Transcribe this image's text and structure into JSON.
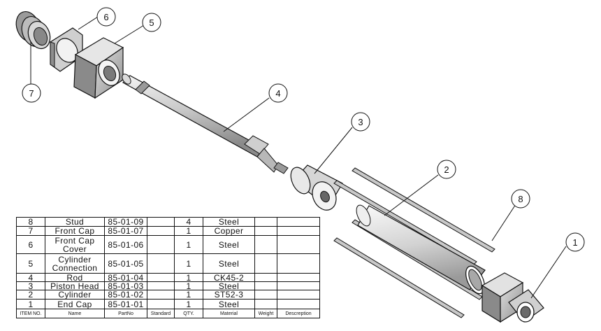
{
  "callouts": [
    {
      "id": "c1",
      "label": "1"
    },
    {
      "id": "c2",
      "label": "2"
    },
    {
      "id": "c3",
      "label": "3"
    },
    {
      "id": "c4",
      "label": "4"
    },
    {
      "id": "c5",
      "label": "5"
    },
    {
      "id": "c6",
      "label": "6"
    },
    {
      "id": "c7",
      "label": "7"
    },
    {
      "id": "c8",
      "label": "8"
    }
  ],
  "bom": {
    "headers": [
      "ITEM NO.",
      "Name",
      "PartNo",
      "Standard",
      "QTY.",
      "Material",
      "Weight",
      "Descreption"
    ],
    "rows": [
      {
        "item": "8",
        "name": "Stud",
        "partno": "85-01-09",
        "standard": "",
        "qty": "4",
        "material": "Steel",
        "weight": "",
        "description": ""
      },
      {
        "item": "7",
        "name": "Front Cap",
        "partno": "85-01-07",
        "standard": "",
        "qty": "1",
        "material": "Copper",
        "weight": "",
        "description": ""
      },
      {
        "item": "6",
        "name": "Front Cap Cover",
        "partno": "85-01-06",
        "standard": "",
        "qty": "1",
        "material": "Steel",
        "weight": "",
        "description": ""
      },
      {
        "item": "5",
        "name": "Cylinder Connection",
        "partno": "85-01-05",
        "standard": "",
        "qty": "1",
        "material": "Steel",
        "weight": "",
        "description": ""
      },
      {
        "item": "4",
        "name": "Rod",
        "partno": "85-01-04",
        "standard": "",
        "qty": "1",
        "material": "CK45-2",
        "weight": "",
        "description": ""
      },
      {
        "item": "3",
        "name": "Piston Head",
        "partno": "85-01-03",
        "standard": "",
        "qty": "1",
        "material": "Steel",
        "weight": "",
        "description": ""
      },
      {
        "item": "2",
        "name": "Cylinder",
        "partno": "85-01-02",
        "standard": "",
        "qty": "1",
        "material": "ST52-3",
        "weight": "",
        "description": ""
      },
      {
        "item": "1",
        "name": "End Cap",
        "partno": "85-01-01",
        "standard": "",
        "qty": "1",
        "material": "Steel",
        "weight": "",
        "description": ""
      }
    ]
  }
}
